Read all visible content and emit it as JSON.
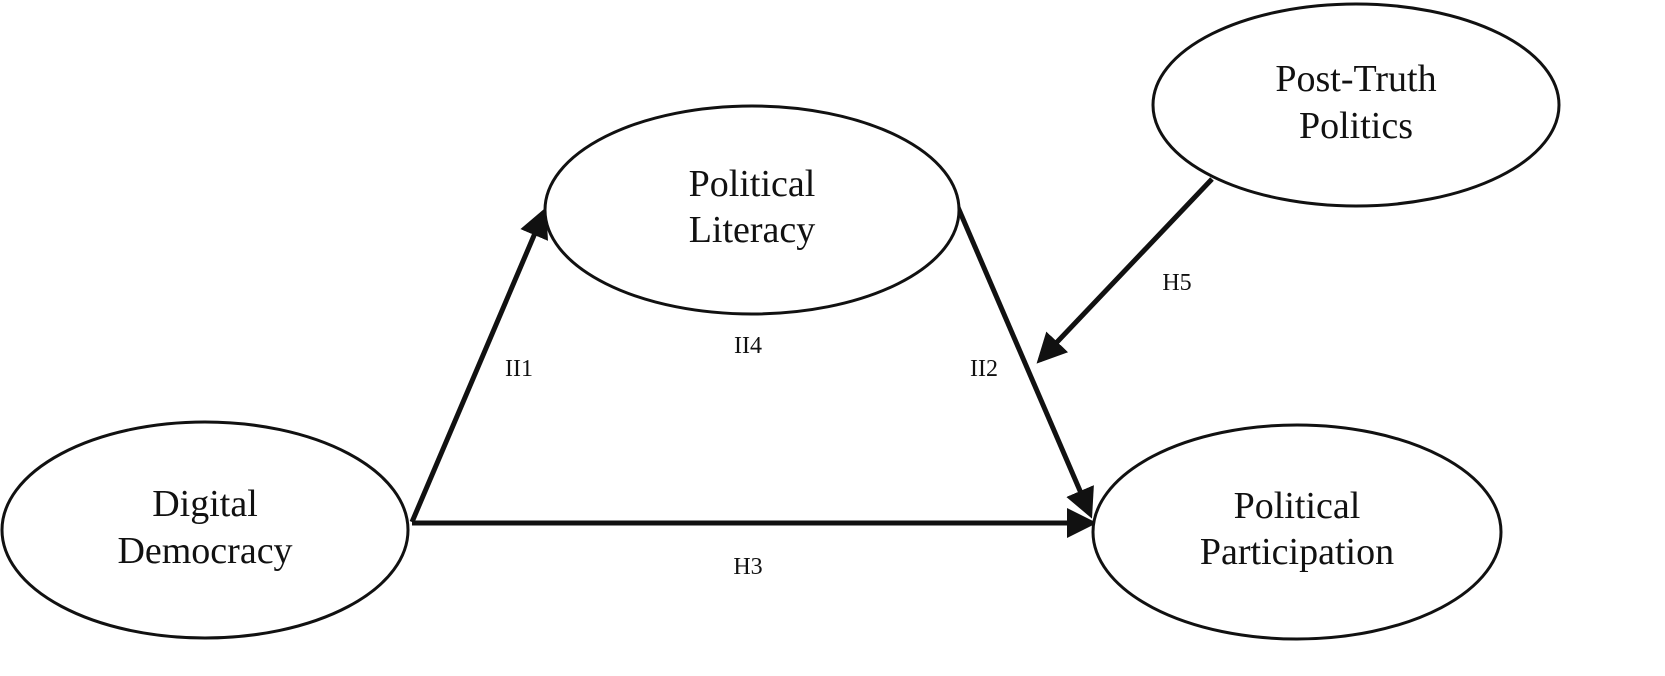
{
  "nodes": {
    "digital_democracy": {
      "line1": "Digital",
      "line2": "Democracy"
    },
    "political_literacy": {
      "line1": "Political",
      "line2": "Literacy"
    },
    "political_participation": {
      "line1": "Political",
      "line2": "Participation"
    },
    "post_truth_politics": {
      "line1": "Post-Truth",
      "line2": "Politics"
    }
  },
  "edges": {
    "h1": "II1",
    "h2": "II2",
    "h3": "H3",
    "h4": "II4",
    "h5": "H5"
  },
  "colors": {
    "stroke": "#111111",
    "background": "#ffffff"
  }
}
